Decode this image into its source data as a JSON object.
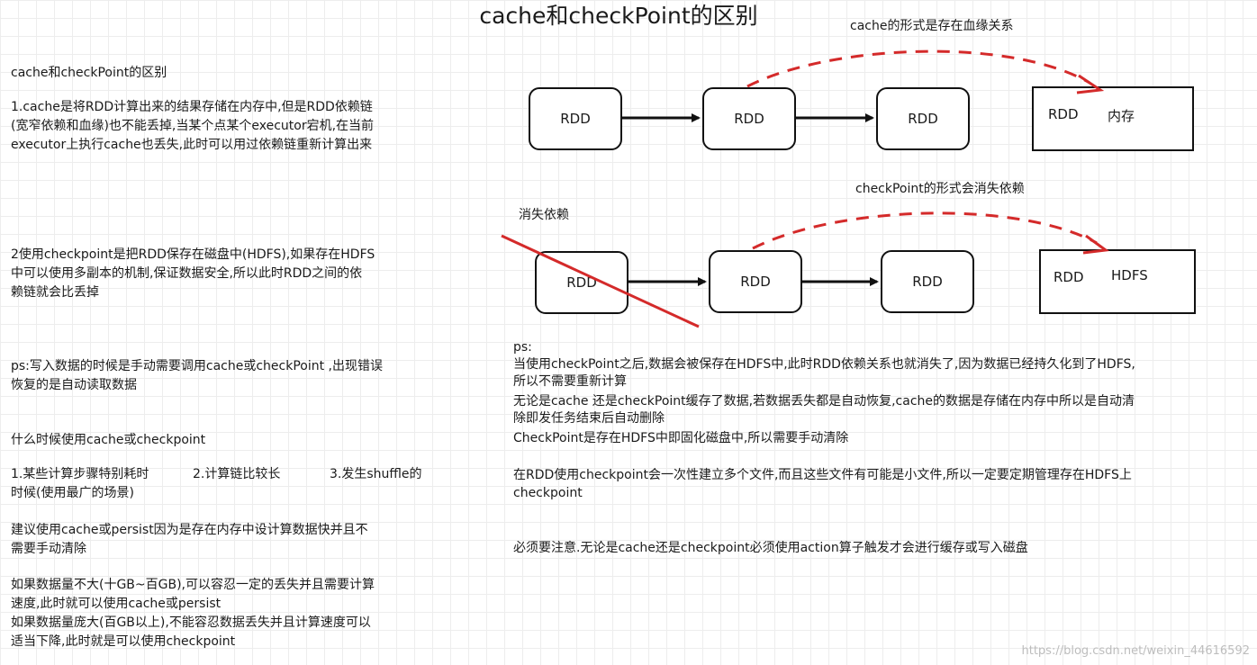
{
  "title": "cache和checkPoint的区别",
  "left": {
    "heading": "cache和checkPoint的区别",
    "p1": [
      "1.cache是将RDD计算出来的结果存储在内存中,但是RDD依赖链",
      "(宽窄依赖和血缘)也不能丢掉,当某个点某个executor宕机,在当前",
      "executor上执行cache也丢失,此时可以用过依赖链重新计算出来"
    ],
    "p2": [
      "2使用checkpoint是把RDD保存在磁盘中(HDFS),如果存在HDFS",
      "中可以使用多副本的机制,保证数据安全,所以此时RDD之间的依",
      "赖链就会比丢掉"
    ],
    "p3": [
      "ps:写入数据的时候是手动需要调用cache或checkPoint ,出现错误",
      "恢复的是自动读取数据"
    ],
    "q": "什么时候使用cache或checkpoint",
    "reasons_line1": [
      "1.某些计算步骤特别耗时",
      "2.计算链比较长",
      "3.发生shuffle的"
    ],
    "reasons_line2": "时候(使用最广的场景)",
    "suggest": [
      "建议使用cache或persist因为是存在内存中设计算数据快并且不",
      "需要手动清除"
    ],
    "small": [
      "如果数据量不大(十GB~百GB),可以容忍一定的丢失并且需要计算",
      "速度,此时就可以使用cache或persist"
    ],
    "large": [
      "如果数据量庞大(百GB以上),不能容忍数据丢失并且计算速度可以",
      "适当下降,此时就是可以使用checkpoint"
    ]
  },
  "diagram1": {
    "label": "cache的形式是存在血缘关系",
    "nodes": [
      "RDD",
      "RDD",
      "RDD"
    ],
    "store_rdd": "RDD",
    "store_loc": "内存"
  },
  "diagram2": {
    "label": "checkPoint的形式会消失依赖",
    "lost_label": "消失依赖",
    "nodes": [
      "RDD",
      "RDD",
      "RDD"
    ],
    "store_rdd": "RDD",
    "store_loc": "HDFS"
  },
  "right": {
    "ps_head": "ps:",
    "ps1": [
      "当使用checkPoint之后,数据会被保存在HDFS中,此时RDD依赖关系也就消失了,因为数据已经持久化到了HDFS,",
      "所以不需要重新计算"
    ],
    "ps2": [
      "无论是cache 还是checkPoint缓存了数据,若数据丢失都是自动恢复,cache的数据是存储在内存中所以是自动清",
      "除即发任务结束后自动删除"
    ],
    "ps3": "CheckPoint是存在HDFS中即固化磁盘中,所以需要手动清除",
    "note1": [
      "在RDD使用checkpoint会一次性建立多个文件,而且这些文件有可能是小文件,所以一定要定期管理存在HDFS上",
      "checkpoint"
    ],
    "note2": "必须要注意.无论是cache还是checkpoint必须使用action算子触发才会进行缓存或写入磁盘"
  },
  "watermark": "https://blog.csdn.net/weixin_44616592",
  "colors": {
    "arrow_dashed": "#d42a2a",
    "strike": "#d42a2a",
    "ink": "#111111"
  }
}
